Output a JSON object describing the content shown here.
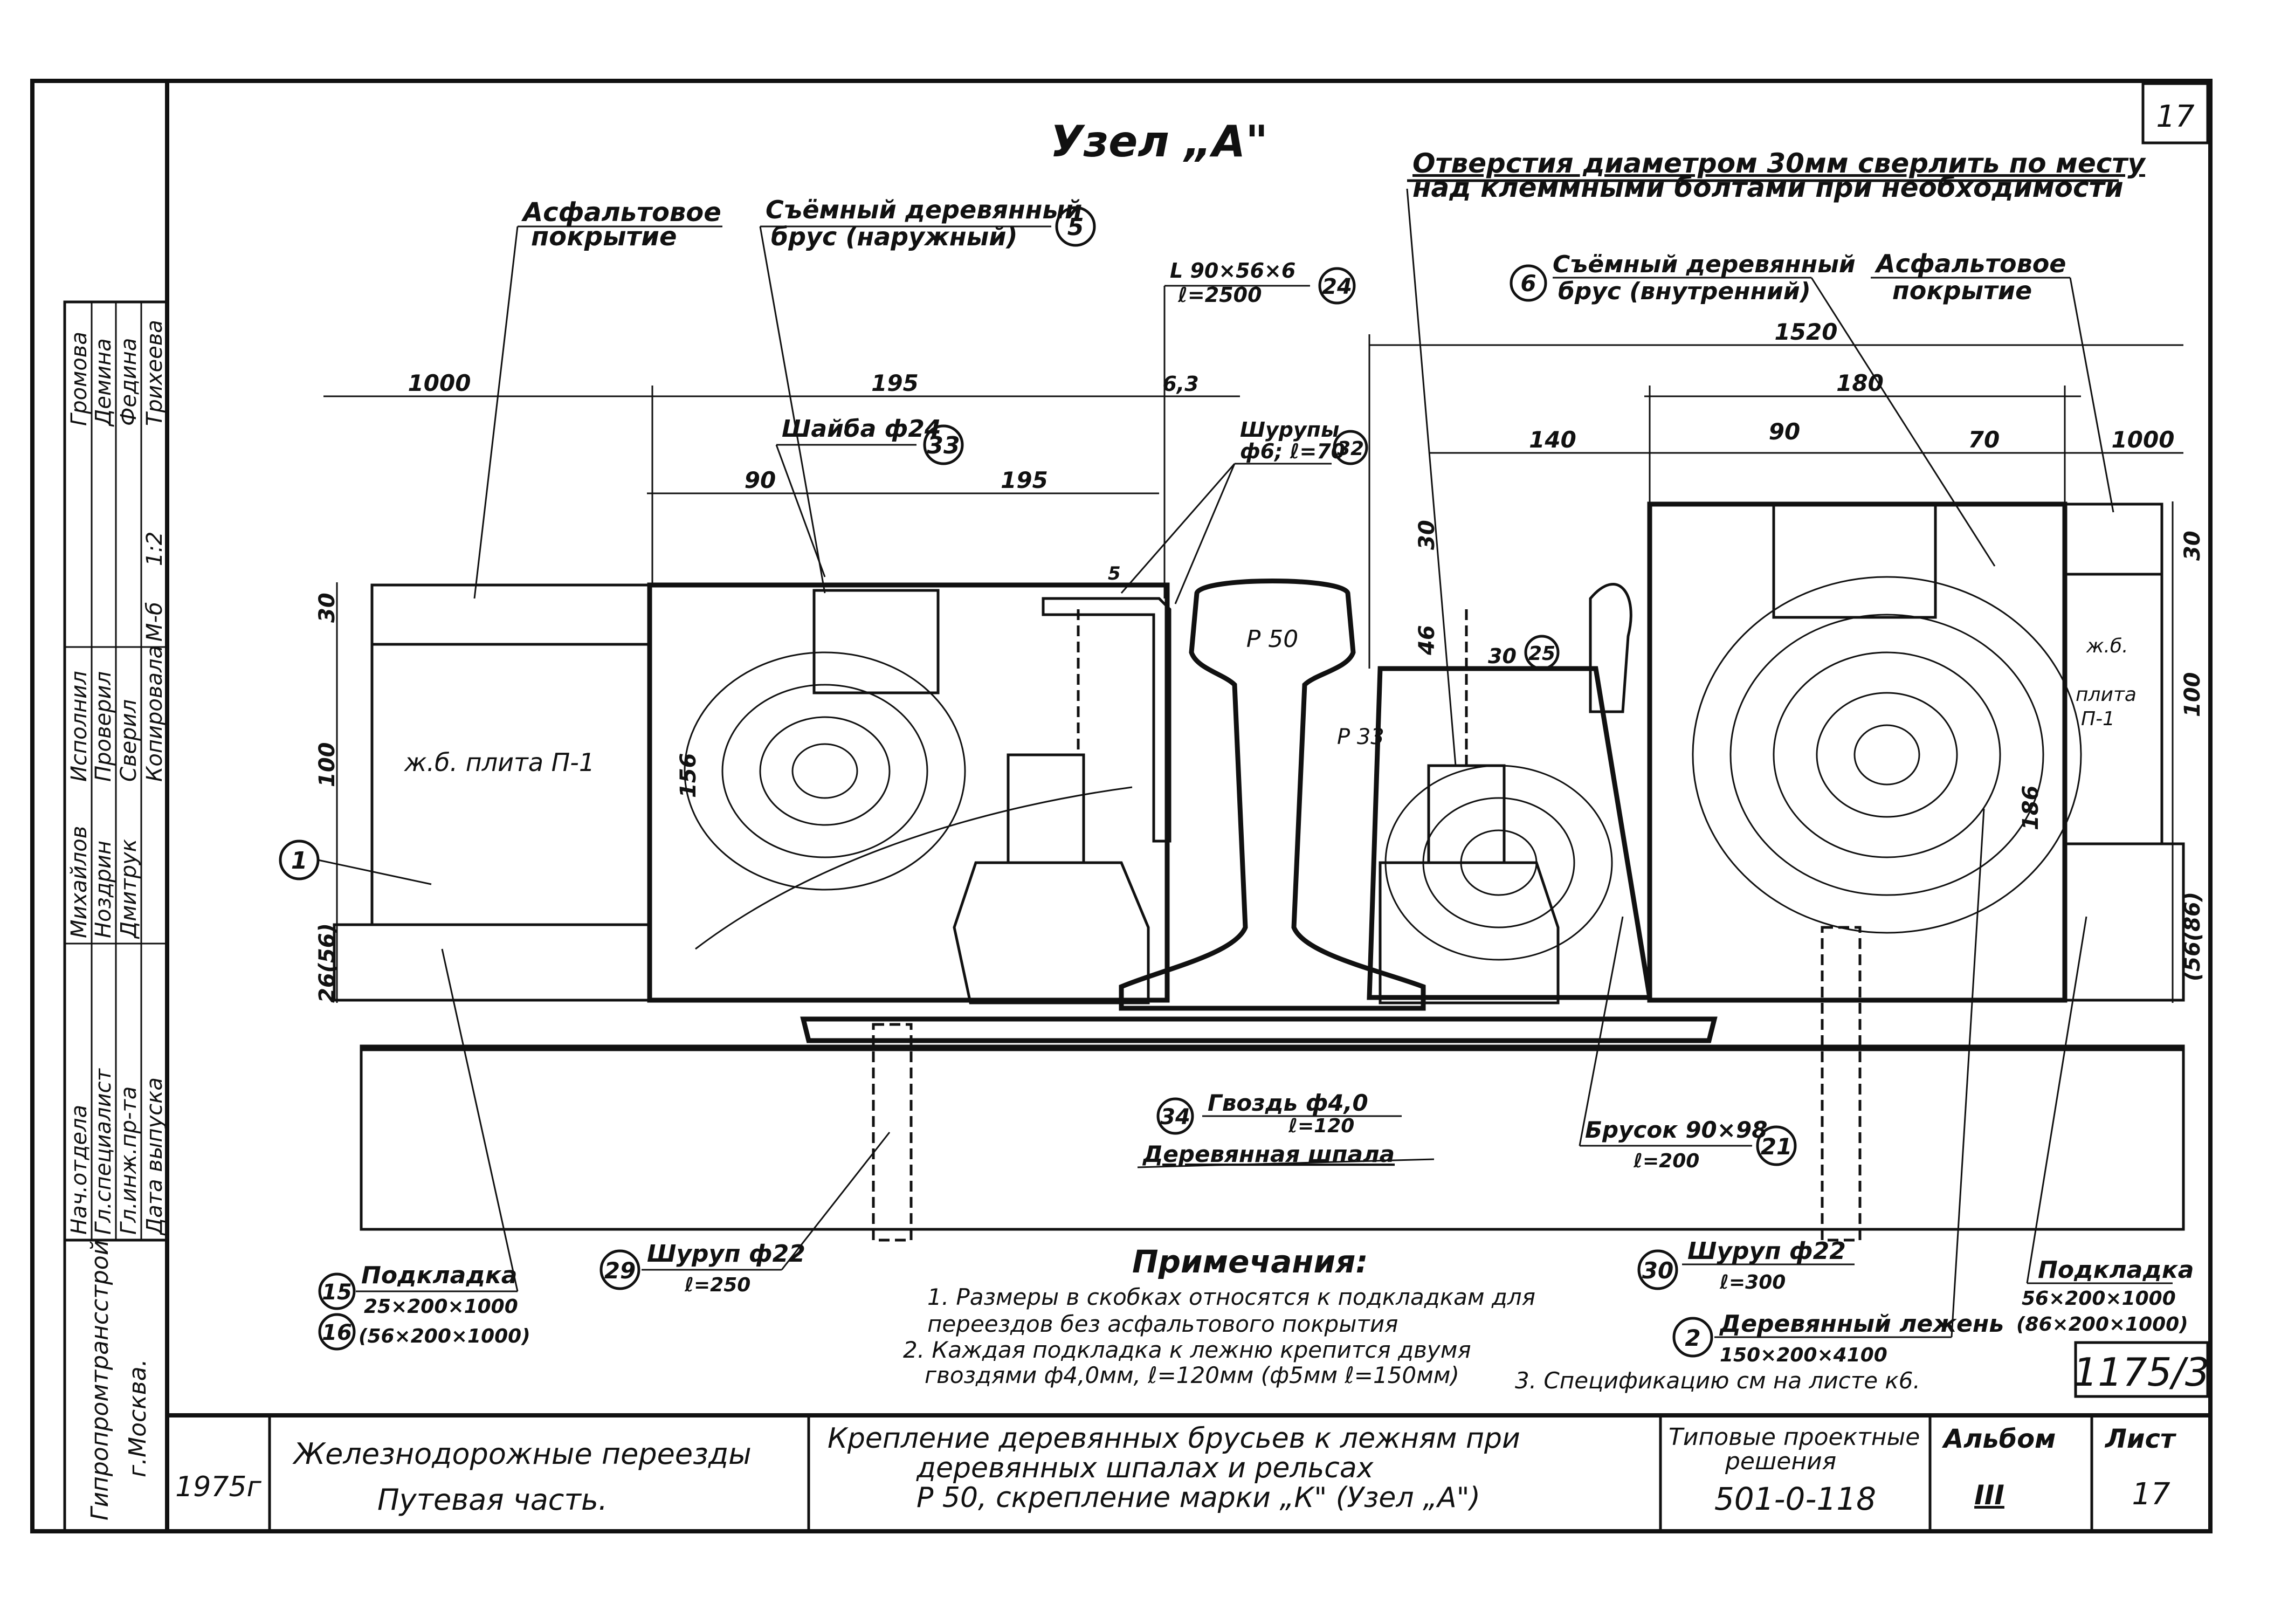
{
  "sheet_number": "17",
  "node_title": "Узел „А\"",
  "hole_note": {
    "line1": "Отверстия диаметром 30мм сверлить по месту",
    "line2": "над клеммными болтами при необходимости"
  },
  "callouts": {
    "asphalt_left": [
      "Асфальтовое",
      "покрытие"
    ],
    "asphalt_right": [
      "Асфальтовое",
      "покрытие"
    ],
    "beam_outer": {
      "text": [
        "Съёмный деревянный",
        "брус (наружный)"
      ],
      "num": "5"
    },
    "beam_inner": {
      "text": [
        "Съёмный деревянный",
        "брус (внутренний)"
      ],
      "num": "6"
    },
    "angle": {
      "text": [
        "L 90×56×6",
        "ℓ=2500"
      ],
      "num": "24"
    },
    "washer": {
      "text": "Шайба ф24",
      "num": "33"
    },
    "screws": {
      "text": [
        "Шурупы",
        "ф6; ℓ=70"
      ],
      "num": "32"
    },
    "plate_left": {
      "text": "ж.б. плита П-1",
      "num": "1"
    },
    "plate_right": [
      "ж.б.",
      "плита",
      "П-1"
    ],
    "pad_left": {
      "text": [
        "Подкладка",
        "25×200×1000",
        "(56×200×1000)"
      ],
      "nums": [
        "15",
        "16"
      ]
    },
    "pad_right": [
      "Подкладка",
      "56×200×1000",
      "(86×200×1000)"
    ],
    "screw_left": {
      "text": [
        "Шуруп ф22",
        "ℓ=250"
      ],
      "num": "29"
    },
    "screw_right": {
      "text": [
        "Шуруп ф22",
        "ℓ=300"
      ],
      "num": "30"
    },
    "nail": {
      "text": [
        "Гвоздь ф4,0",
        "ℓ=120"
      ],
      "num": "34"
    },
    "sleeper": "Деревянная шпала",
    "bar": {
      "text": [
        "Брусок 90×98",
        "ℓ=200"
      ],
      "num": "21"
    },
    "ledger": {
      "text": [
        "Деревянный лежень",
        "150×200×4100"
      ],
      "num": "2"
    },
    "rail": "Р 50",
    "baseplate": "Р 33",
    "clamp": {
      "dim": "30",
      "num": "25"
    }
  },
  "dimensions": {
    "d1": "1000",
    "d2": "195",
    "d3": "6,3",
    "d4": "90",
    "d5": "195",
    "d6": "1520",
    "d7": "180",
    "d8": "140",
    "d9": "90",
    "d10": "70",
    "d11": "1000",
    "v_left_top": "30",
    "v_left_mid": "100",
    "v_left_bot": "26(56)",
    "v_156": "156",
    "v_30a": "30",
    "v_46": "46",
    "v_186": "186",
    "v_right_top": "30",
    "v_right_mid": "100",
    "v_right_bot": "(56(86)",
    "small_5": "5"
  },
  "notes": {
    "title": "Примечания:",
    "items": [
      "1. Размеры в скобках относятся к подкладкам для",
      "переездов без асфальтового покрытия",
      "2. Каждая подкладка к лежню крепится двумя",
      "гвоздями ф4,0мм, ℓ=120мм (ф5мм ℓ=150мм)",
      "3. Спецификацию см на листе к6."
    ]
  },
  "sheet_code": "1175/3",
  "side_stamp": {
    "roles": [
      "Нач.отдела",
      "Гл.специалист",
      "Гл.инж.пр-та",
      "Дата выпуска"
    ],
    "roles2": [
      "Исполнил",
      "Проверил",
      "Сверил",
      "Копировала",
      "М-б"
    ],
    "names": [
      "Михайлов",
      "Ноздрин",
      "Дмитрук"
    ],
    "names2": [
      "Громова",
      "Демина",
      "Федина",
      "Трихеева"
    ],
    "scale": "1:2",
    "org": [
      "Гипропромтрансстрой",
      "г.Москва."
    ]
  },
  "title_block": {
    "year": "1975г",
    "project": [
      "Железнодорожные переезды",
      "Путевая часть."
    ],
    "title": [
      "Крепление деревянных брусьев к лежням при",
      "деревянных шпалах и рельсах",
      "Р 50, скрепление марки „К\" (Узел „А\")"
    ],
    "series_label": [
      "Типовые проектные",
      "решения"
    ],
    "series": "501-0-118",
    "album_label": "Альбом",
    "album": "III",
    "sheet_label": "Лист",
    "sheet": "17"
  }
}
